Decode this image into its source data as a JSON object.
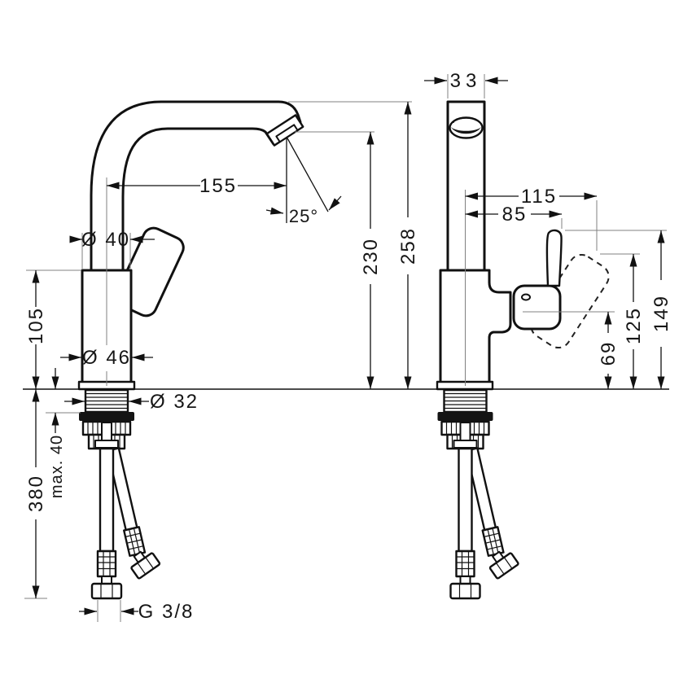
{
  "drawing": {
    "type": "technical dimension drawing, single-lever basin mixer faucet, front and side views",
    "views": [
      "front",
      "side"
    ],
    "units": "mm"
  },
  "front_view": {
    "dims": {
      "spout_reach": "155",
      "stream_angle": "25°",
      "spout_diameter": "Ø 40",
      "outlet_height": "230",
      "total_height": "258",
      "body_height": "105",
      "body_diameter": "Ø 46",
      "shank_diameter": "Ø 32",
      "max_deck_thickness": "max. 40",
      "hose_length": "380",
      "hose_thread": "G 3/8"
    }
  },
  "side_view": {
    "dims": {
      "top_width": "33",
      "reach_max": "115",
      "reach": "85",
      "height_max": "149",
      "height_mid": "125",
      "height_low": "69"
    }
  },
  "colors": {
    "line": "#111111",
    "construction_line": "#808080",
    "background": "#ffffff"
  }
}
